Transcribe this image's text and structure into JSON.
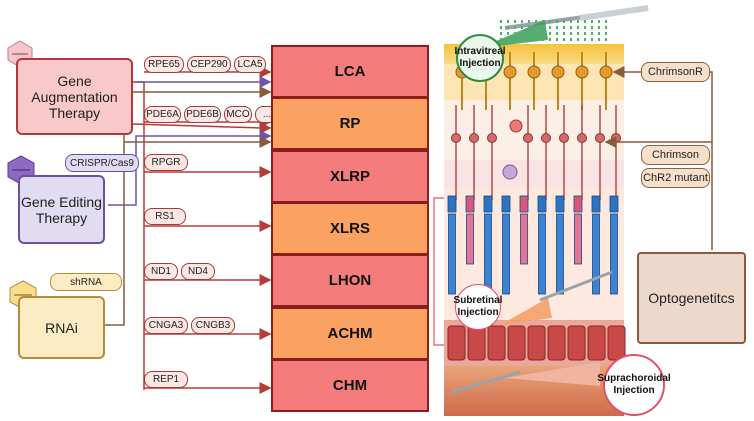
{
  "therapies": {
    "gene_augmentation": "Gene\nAugmentation\nTherapy",
    "gene_editing": "Gene Editing\nTherapy",
    "rnai": "RNAi"
  },
  "tools": {
    "crispr": "CRISPR/Cas9",
    "shrna": "shRNA"
  },
  "genes": {
    "lca": [
      "RPE65",
      "CEP290",
      "LCA5"
    ],
    "rp": [
      "PDE6A",
      "PDE6B",
      "MCO",
      "..."
    ],
    "xlrp": [
      "RPGR"
    ],
    "xlrs": [
      "RS1"
    ],
    "lhon": [
      "ND1",
      "ND4"
    ],
    "achm": [
      "CNGA3",
      "CNGB3"
    ],
    "chm": [
      "REP1"
    ]
  },
  "diseases": [
    "LCA",
    "RP",
    "XLRP",
    "XLRS",
    "LHON",
    "ACHM",
    "CHM"
  ],
  "injections": {
    "intravitreal": "Intravitreal\nInjection",
    "subretinal": "Subretinal\nInjection",
    "suprachoroidal": "Suprachoroidal\nInjection"
  },
  "opsins": {
    "chrimsonr": "ChrimsonR",
    "chrimson": "Chrimson",
    "chr2": "ChR2 mutant"
  },
  "optogenetics": "Optogenetitcs",
  "colors": {
    "augmentation_fill": "#f9c9c9",
    "augmentation_border": "#b2383b",
    "editing_fill": "#e1dcf1",
    "editing_border": "#6a4fa3",
    "rnai_fill": "#fbecc4",
    "rnai_border": "#b68b3e",
    "disease_red": "#f47c7c",
    "disease_orange": "#f9a262",
    "arrow_red": "#b53a3a",
    "arrow_purple": "#6f54a8",
    "arrow_brown": "#8b5a3c"
  }
}
